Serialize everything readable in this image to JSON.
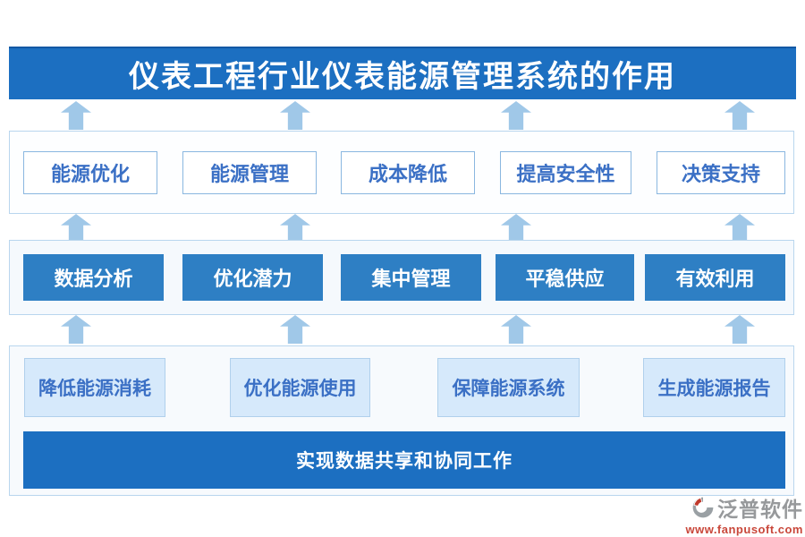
{
  "title": "仪表工程行业仪表能源管理系统的作用",
  "colors": {
    "primary_blue": "#1c6fc1",
    "function_box_blue": "#2e7fc4",
    "arrow_blue": "#a0c8e8",
    "outcome_box_bg": "#d6e9fb",
    "box_text_blue": "#3b70c5",
    "container_border": "#b9d6ee",
    "brand_gray": "#97999b",
    "brand_red": "#c9473a"
  },
  "row_benefits": {
    "items": [
      "能源优化",
      "能源管理",
      "成本降低",
      "提高安全性",
      "决策支持"
    ]
  },
  "row_functions": {
    "items": [
      "数据分析",
      "优化潜力",
      "集中管理",
      "平稳供应",
      "有效利用"
    ]
  },
  "row_outcomes": {
    "items": [
      "降低能源消耗",
      "优化能源使用",
      "保障能源系统",
      "生成能源报告"
    ]
  },
  "footer": {
    "bar_text": "实现数据共享和协同工作"
  },
  "brand": {
    "name": "泛普软件",
    "website": "www.fanpusoft.com"
  }
}
